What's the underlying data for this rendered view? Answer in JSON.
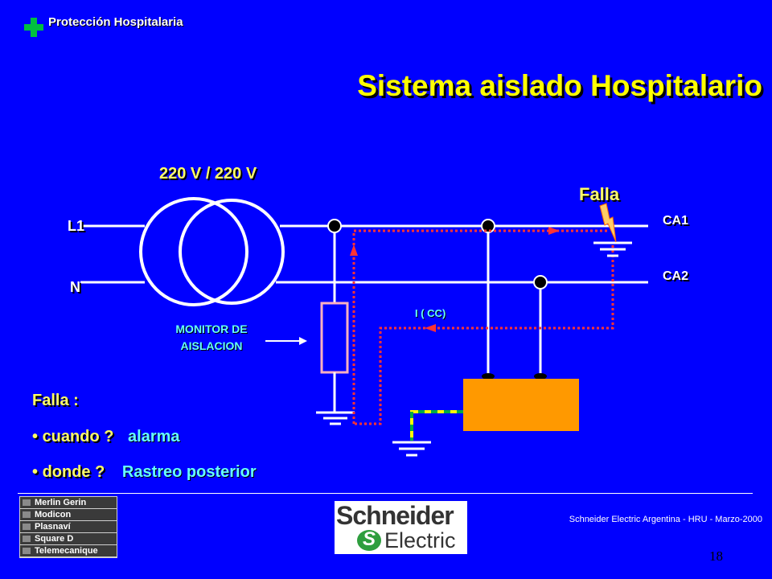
{
  "header": {
    "title": "Protección Hospitalaria"
  },
  "slide": {
    "title": "Sistema aislado Hospitalario"
  },
  "diagram": {
    "transformer_label": "220 V / 220 V",
    "line_l1": "L1",
    "line_n": "N",
    "fault_label": "Falla",
    "ca1": "CA1",
    "ca2": "CA2",
    "current_label": "I ( CC)",
    "monitor_line1": "MONITOR DE",
    "monitor_line2": "AISLACION"
  },
  "fault_info": {
    "heading": "Falla :",
    "items": [
      {
        "question": "cuando ?",
        "answer": "alarma"
      },
      {
        "question": "donde ?",
        "answer": "Rastreo posterior"
      }
    ]
  },
  "brands": [
    "Merlin Gerin",
    "Modicon",
    "Plasnaví",
    "Square D",
    "Telemecanique"
  ],
  "logo": {
    "top": "Schneider",
    "bottom": "Electric"
  },
  "footer": {
    "text": "Schneider Electric Argentina - HRU - Marzo-2000",
    "page": "18"
  },
  "colors": {
    "background": "#0000ff",
    "title": "#ffff00",
    "accent": "#66ffff",
    "fault_path": "#ff3333",
    "load": "#ff9900"
  }
}
